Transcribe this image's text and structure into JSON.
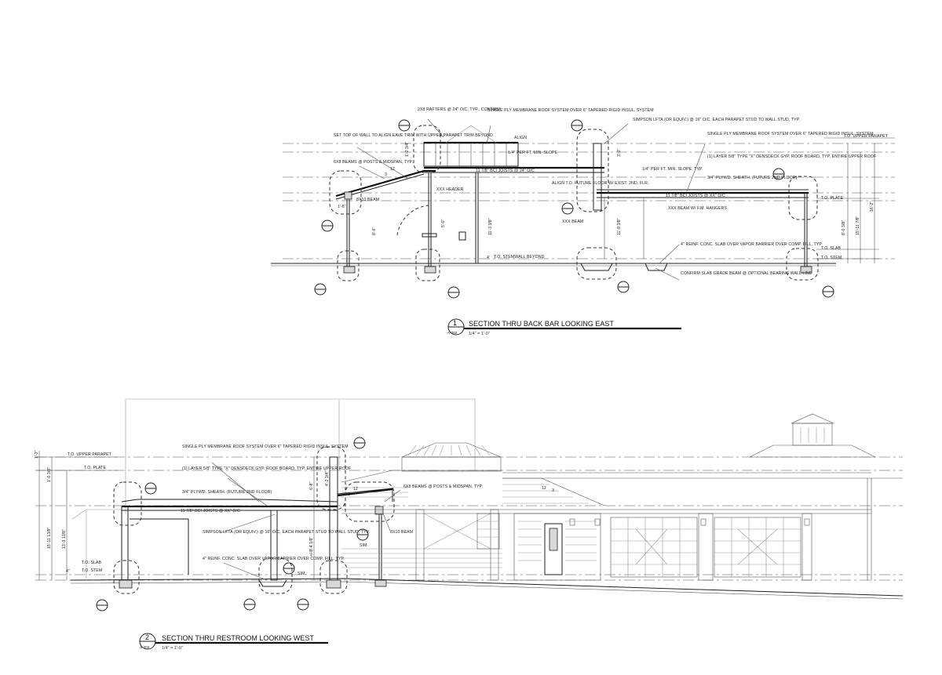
{
  "section1": {
    "number": "1",
    "sheet": "A-302",
    "title": "SECTION THRU BACK BAR LOOKING EAST",
    "scale": "1/4\" = 1'-0\"",
    "notes": {
      "rafters": "2X8 RAFTERS @ 24\" O/C, TYP., CONFIRM",
      "membrane_left": "SINGLE PLY MEMBRANE ROOF SYSTEM OVER 6\" TAPERED RIGID INSUL. SYSTEM",
      "simpson": "SIMPSON LFTA (OR EQUIV.) @ 16\" O/C, EACH PARAPET STUD TO WALL STUD, TYP.",
      "membrane_right": "SINGLE PLY MEMBRANE ROOF SYSTEM OVER 6\" TAPERED RIGID INSUL. SYSTEM",
      "set_top": "SET TOP OF WALL TO ALIGN EAVE TRIM WITH UPPER PARAPET TRIM BEYOND",
      "beams": "6X8 BEAMS @ POSTS & MIDSPAN, TYP.",
      "align": "ALIGN",
      "slope1": "1/4\" PER FT. MIN. SLOPE",
      "gyp": "(1) LAYER 5/8\" TYPE \"X\" DENSDECK GYP. ROOF BOARD, TYP. ENTIRE UPPER ROOF",
      "slope2": "1/4\" PER FT. MIN. SLOPE, TYP.",
      "plywd": "3/4\" PLYWD. SHEATH. (FUTURE 2ND FLOOR)",
      "align_future": "ALIGN T.O. FUTURE FLOOR W/ EXIST. 2ND. FLR.",
      "joists1": "11 7/8\" BCI JOISTS @ 24\" O/C",
      "joists2": "11 7/8\" BCI JOISTS @ XX\" O/C",
      "header": "XXX HEADER",
      "beam8x10": "8X10 BEAM",
      "xxxbeam": "XXX BEAM",
      "xxxbeam_w": "XXX BEAM W/ F.M. HANGERS",
      "stemwall": "T.O. STEMWALL BEYOND",
      "slab": "4\" REINF. CONC. SLAB OVER VAPOR BARRIER OVER COMP. FILL, TYP.",
      "grade_beam": "CONFIRM SLAB GRADE BEAM @ OPTIONAL BEARING WALL LINE",
      "to_upper": "T.O. UPPER PARAPET",
      "to_plate": "T.O. PLATE",
      "to_slab": "T.O. SLAB",
      "to_stem": "T.O. STEM"
    },
    "dims": {
      "d1": "1'-2 3/4\"",
      "d2": "3'-2\"",
      "d3": "11'-3 3/8\"",
      "d4": "11'-9 3/8\"",
      "d5": "8'-0 3/8\"",
      "d6": "16'-2\"",
      "d7": "15'-11 7/8\"",
      "d8": "5'-0\"",
      "d9": "8'-6\"",
      "d10": "4'",
      "d11": "12",
      "d12": "3",
      "d13": "1'-6\""
    }
  },
  "section2": {
    "number": "2",
    "sheet": "A-302",
    "title": "SECTION THRU RESTROOM LOOKING WEST",
    "scale": "1/4\" = 1'-0\"",
    "notes": {
      "membrane": "SINGLE PLY MEMBRANE ROOF SYSTEM OVER 6\" TAPERED RIGID INSUL. SYSTEM",
      "gyp": "(1) LAYER 5/8\" TYPE \"X\" DENSDECK GYP. ROOF BOARD, TYP. ENTIRE UPPER ROOF",
      "plywd": "3/4\" PLYWD. SHEATH. (FUTURE 2ND FLOOR)",
      "joists": "11 7/8\" BCI JOISTS @ XX\" O/C",
      "simpson": "SIMPSON LFTA (OR EQUIV.) @ 16\" O/C, EACH PARAPET STUD TO WALL STUD, TYP.",
      "slab": "4\" REINF. CONC. SLAB OVER VAPOR BARRIER OVER COMP. FILL, TYP.",
      "beams": "6X8 BEAMS @ POSTS & MIDSPAN, TYP.",
      "beam8x10": "8X10 BEAM",
      "sim1": "SIM.",
      "sim2": "SIM.",
      "to_upper": "T.O. UPPER PARAPET",
      "to_plate": "T.O. PLATE",
      "to_slab": "T.O. SLAB",
      "to_stem": "T.O. STEM"
    },
    "dims": {
      "d1": "1'-2\"",
      "d2": "1'-0 3/8\"",
      "d3": "15'-11 13/8\"",
      "d4": "13'-3 13/8\"",
      "d5": "4\"",
      "d6": "4'-2 3/4\"",
      "d7": "6'-8\"",
      "d8": "+/-8'-4 1/8\"",
      "d9": "12",
      "d10": "3",
      "d11": "12",
      "d12": "3"
    }
  }
}
